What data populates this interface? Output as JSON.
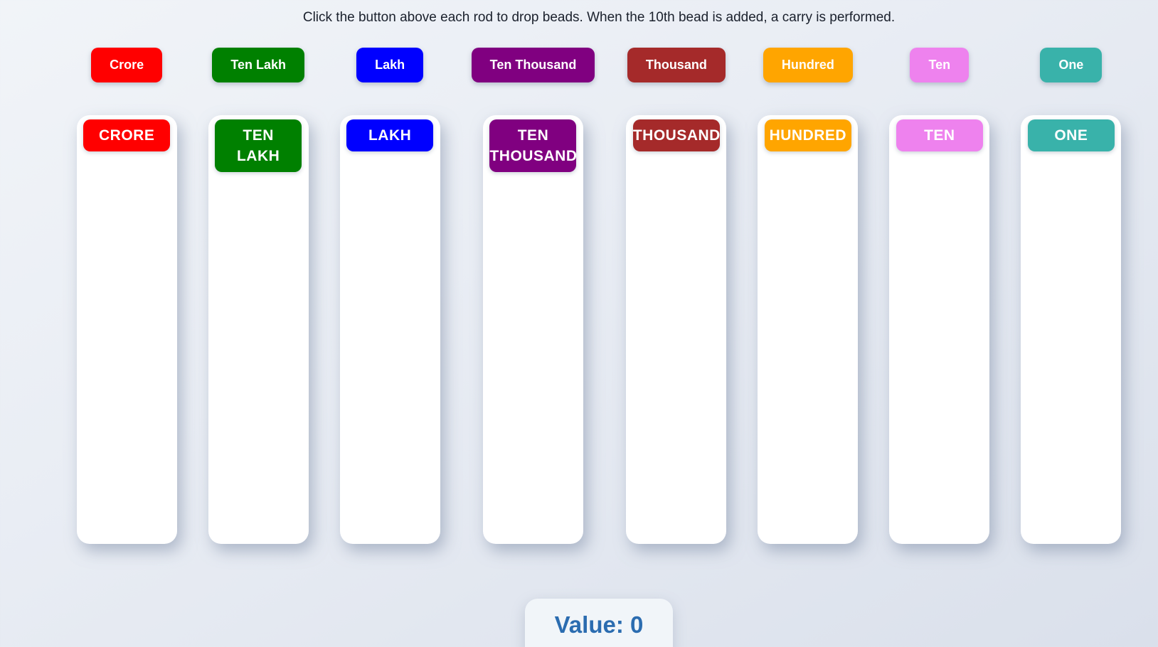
{
  "app": {
    "instruction": "Click the button above each rod to drop beads. When the 10th bead is added, a carry is performed."
  },
  "places": [
    {
      "id": "crore",
      "button_label": "Crore",
      "rod_label": "CRORE",
      "color": "#ff0000"
    },
    {
      "id": "ten-lakh",
      "button_label": "Ten Lakh",
      "rod_label": "TEN\nLAKH",
      "color": "#008000"
    },
    {
      "id": "lakh",
      "button_label": "Lakh",
      "rod_label": "LAKH",
      "color": "#0000ff"
    },
    {
      "id": "ten-thousand",
      "button_label": "Ten Thousand",
      "rod_label": "TEN\nTHOUSAND",
      "color": "#800080"
    },
    {
      "id": "thousand",
      "button_label": "Thousand",
      "rod_label": "THOUSAND",
      "color": "#a52a2a"
    },
    {
      "id": "hundred",
      "button_label": "Hundred",
      "rod_label": "HUNDRED",
      "color": "#ffa500"
    },
    {
      "id": "ten",
      "button_label": "Ten",
      "rod_label": "TEN",
      "color": "#ee82ee"
    },
    {
      "id": "one",
      "button_label": "One",
      "rod_label": "ONE",
      "color": "#39b2aa"
    }
  ],
  "value_display": {
    "label": "Value:",
    "value": "0"
  },
  "colors": {
    "background_top": "#f1f4f8",
    "background_bottom": "#dae0eb",
    "rod_background": "#ffffff",
    "value_text": "#2b6cb0",
    "value_box_background": "#f1f5f9",
    "instruction_text": "#1a202c"
  }
}
